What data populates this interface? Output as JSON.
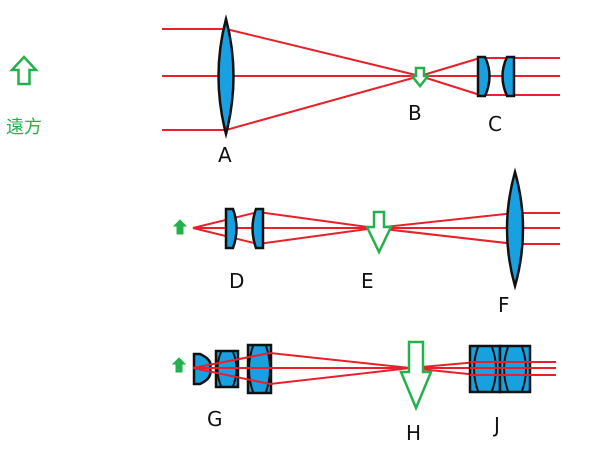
{
  "legend": {
    "icon": "up-arrow-icon",
    "label": "遠方",
    "color": "#22b14c"
  },
  "colors": {
    "ray": "#e8202a",
    "lens_fill": "#19a0e0",
    "lens_outline": "#111111",
    "arrow": "#22b14c"
  },
  "rows": [
    {
      "name": "row-1",
      "labels": {
        "objective": "A",
        "image": "B",
        "eyepiece": "C"
      }
    },
    {
      "name": "row-2",
      "labels": {
        "objective": "D",
        "image": "E",
        "eyepiece": "F"
      }
    },
    {
      "name": "row-3",
      "labels": {
        "objective": "G",
        "image": "H",
        "eyepiece": "J"
      }
    }
  ]
}
